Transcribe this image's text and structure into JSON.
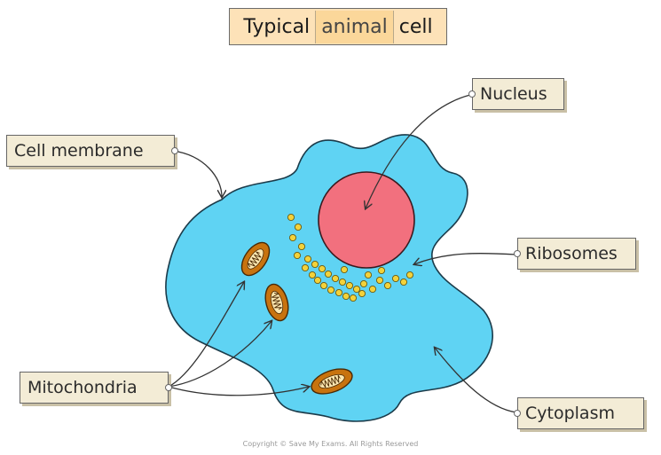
{
  "title": {
    "before": "Typical",
    "highlight": "animal",
    "after": "cell"
  },
  "labels": {
    "nucleus": "Nucleus",
    "cell_membrane": "Cell membrane",
    "ribosomes": "Ribosomes",
    "mitochondria": "Mitochondria",
    "cytoplasm": "Cytoplasm"
  },
  "copyright": "Copyright © Save My Exams. All Rights Reserved",
  "colors": {
    "cytoplasm": "#5fd3f3",
    "nucleus": "#f2707e",
    "ribosome": "#f3d23a",
    "mitochondria": "#c8730f",
    "label_fill": "#f3ecd6",
    "title_fill": "#fde2b8"
  }
}
